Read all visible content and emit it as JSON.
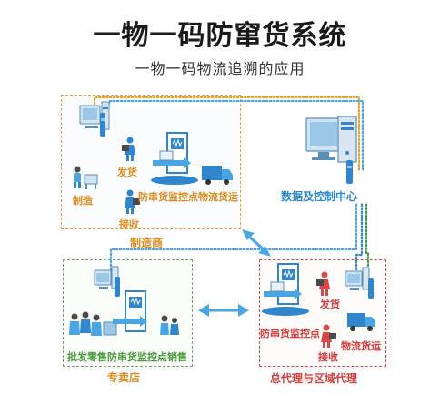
{
  "header": {
    "title": "一物一码防窜货系统",
    "subtitle": "一物一码物流追溯的应用"
  },
  "manufacturer": {
    "zone_label": "制造商",
    "manufacture": "制造",
    "ship": "发货",
    "receive": "接收",
    "monitor_logistics": "防串货监控点物流货运"
  },
  "data_center": {
    "label": "数据及控制中心"
  },
  "agent": {
    "zone_label": "总代理与区域代理",
    "ship": "发货",
    "monitor": "防串货监控点",
    "logistics": "物流货运",
    "receive": "接收"
  },
  "shop": {
    "zone_label": "专卖店",
    "sales": "批发零售防串货监控点销售"
  },
  "colors": {
    "blue": "#2f86cc",
    "light_blue": "#4aa6e2",
    "orange": "#e0a22a",
    "green": "#6aa65a",
    "red": "#d64848"
  }
}
